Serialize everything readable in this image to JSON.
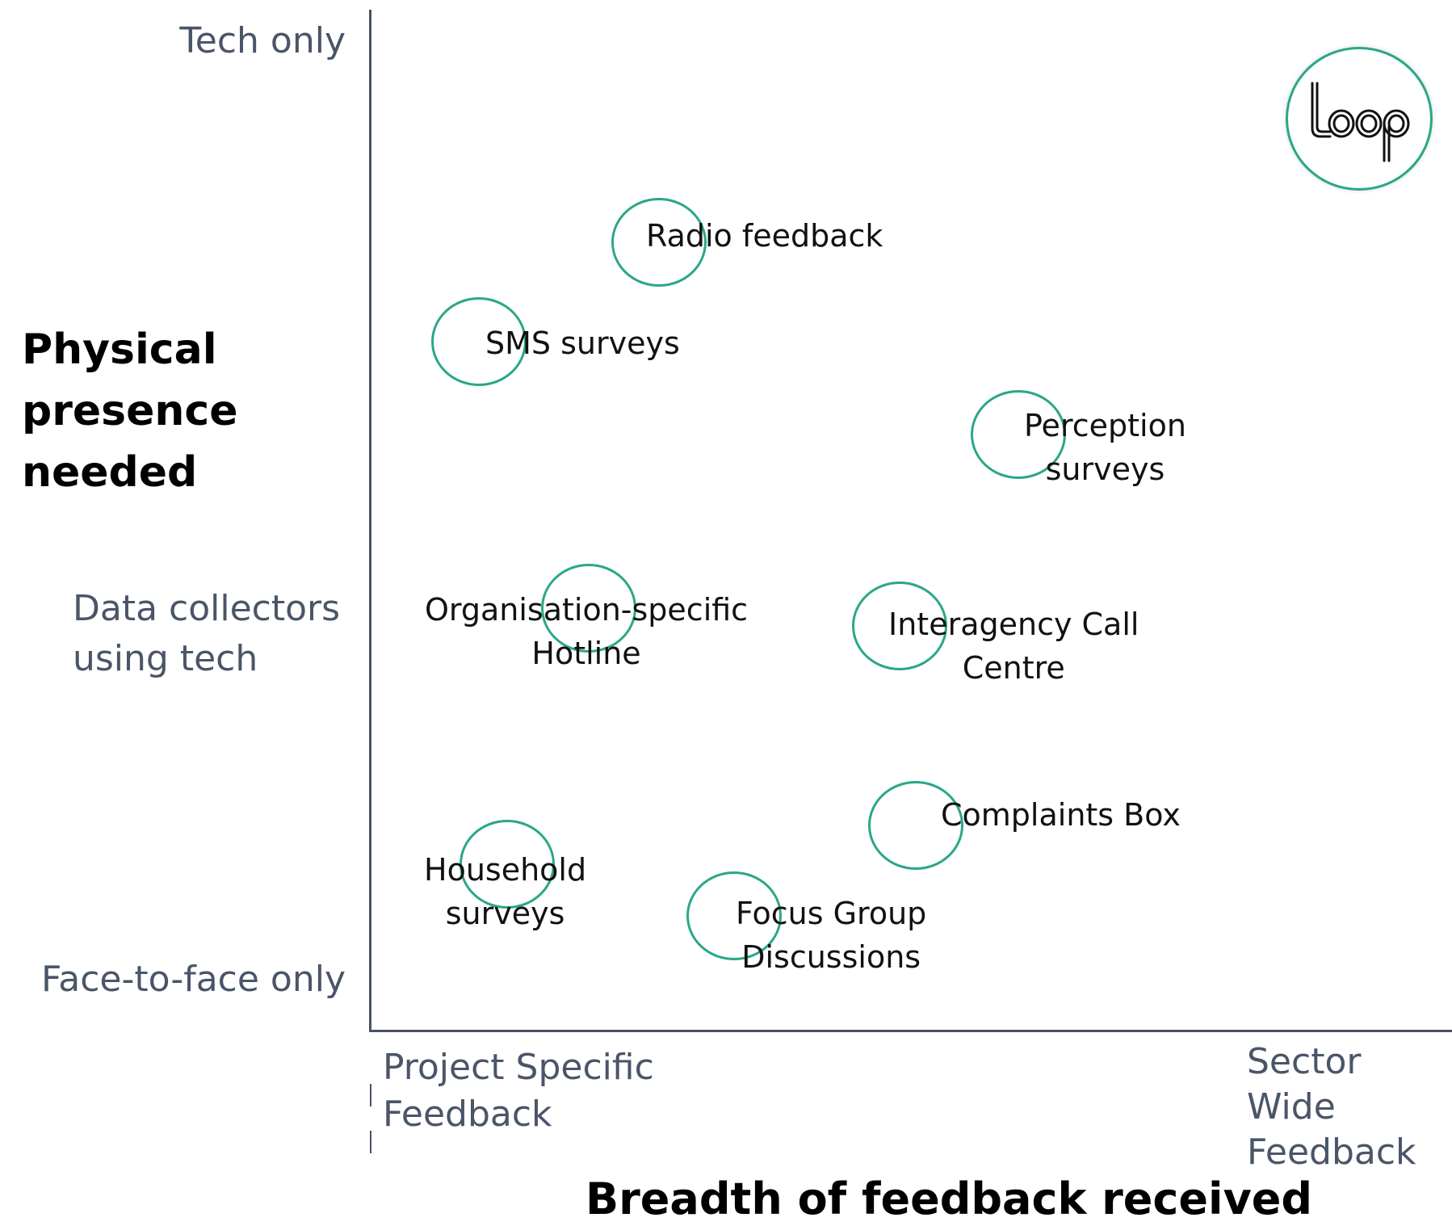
{
  "y_axis": {
    "title_lines": [
      "Physical",
      "presence",
      "needed"
    ],
    "top_label": "Tech only",
    "middle_label_lines": [
      "Data collectors",
      "using tech"
    ],
    "bottom_label": "Face-to-face only"
  },
  "x_axis": {
    "title": "Breadth of feedback received",
    "left_label_lines": [
      "Project Specific",
      "Feedback"
    ],
    "right_label_lines": [
      "Sector Wide",
      "Feedback"
    ]
  },
  "logo": {
    "text": "loop",
    "icon": "loop-logo"
  },
  "items": [
    {
      "id": "radio-feedback",
      "lines": [
        "Radio feedback"
      ]
    },
    {
      "id": "sms-surveys",
      "lines": [
        "SMS surveys"
      ]
    },
    {
      "id": "perception-surveys",
      "lines": [
        "Perception",
        "surveys"
      ]
    },
    {
      "id": "organisation-hotline",
      "lines": [
        "Organisation-specific",
        "Hotline"
      ]
    },
    {
      "id": "interagency-call-centre",
      "lines": [
        "Interagency Call",
        "Centre"
      ]
    },
    {
      "id": "complaints-box",
      "lines": [
        "Complaints Box"
      ]
    },
    {
      "id": "household-surveys",
      "lines": [
        "Household",
        "surveys"
      ]
    },
    {
      "id": "focus-group-discussions",
      "lines": [
        "Focus Group",
        "Discussions"
      ]
    }
  ],
  "colors": {
    "accent": "#2aa789",
    "axis": "#4a5263",
    "axis_label": "#4a5568"
  }
}
